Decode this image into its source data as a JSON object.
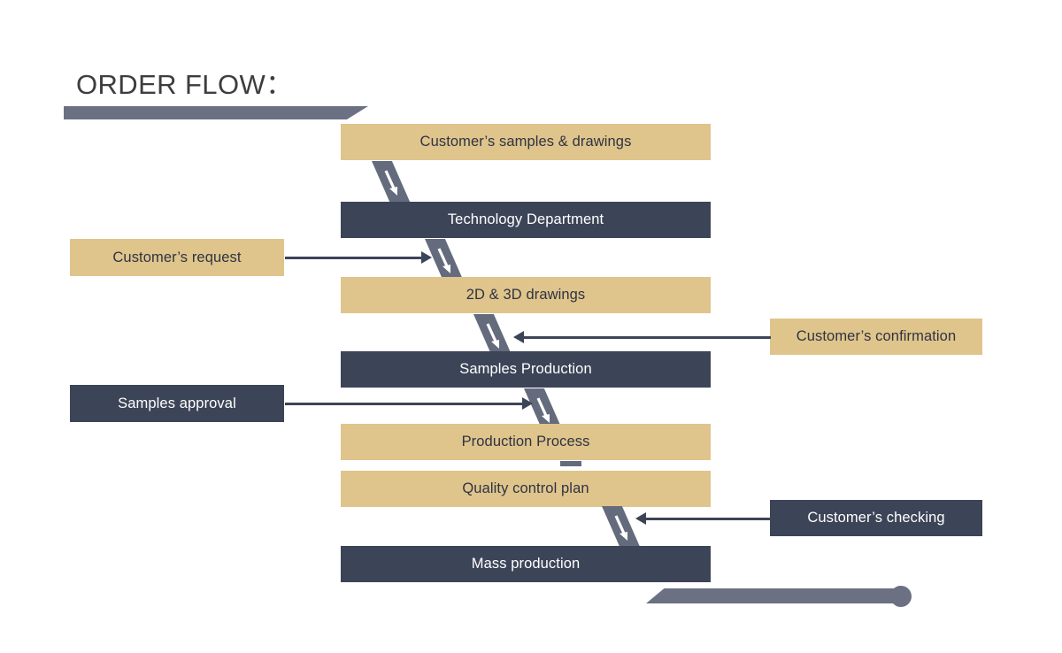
{
  "diagram": {
    "title": "ORDER FLOW：",
    "colors": {
      "tan": "#DFC48C",
      "navy": "#3C4457",
      "gray": "#6B7183",
      "connector_gray": "#646B7D",
      "background": "#FFFFFF",
      "title_text": "#3D3D3D"
    },
    "main_flow": [
      {
        "label": "Customer’s samples & drawings",
        "style": "tan"
      },
      {
        "label": "Technology Department",
        "style": "navy"
      },
      {
        "label": "2D & 3D drawings",
        "style": "tan"
      },
      {
        "label": "Samples Production",
        "style": "navy"
      },
      {
        "label": "Production Process",
        "style": "tan"
      },
      {
        "label": "Quality control plan",
        "style": "tan"
      },
      {
        "label": "Mass production",
        "style": "navy"
      }
    ],
    "side_inputs": [
      {
        "label": "Customer’s request",
        "style": "tan",
        "side": "left",
        "direction": "right"
      },
      {
        "label": "Customer’s confirmation",
        "style": "tan",
        "side": "right",
        "direction": "left"
      },
      {
        "label": "Samples approval",
        "style": "navy",
        "side": "left",
        "direction": "right"
      },
      {
        "label": "Customer’s checking",
        "style": "navy",
        "side": "right",
        "direction": "left"
      }
    ],
    "connectors": [
      {
        "name": "arrow-down-1",
        "from": "Customer’s samples & drawings",
        "to": "Technology Department"
      },
      {
        "name": "arrow-down-2",
        "from": "Technology Department",
        "to": "2D & 3D drawings"
      },
      {
        "name": "arrow-down-3",
        "from": "2D & 3D drawings",
        "to": "Samples Production"
      },
      {
        "name": "arrow-down-4",
        "from": "Samples Production",
        "to": "Production Process"
      },
      {
        "name": "stub-1",
        "from": "Production Process",
        "to": "Quality control plan"
      },
      {
        "name": "arrow-down-5",
        "from": "Quality control plan",
        "to": "Mass production"
      }
    ]
  }
}
